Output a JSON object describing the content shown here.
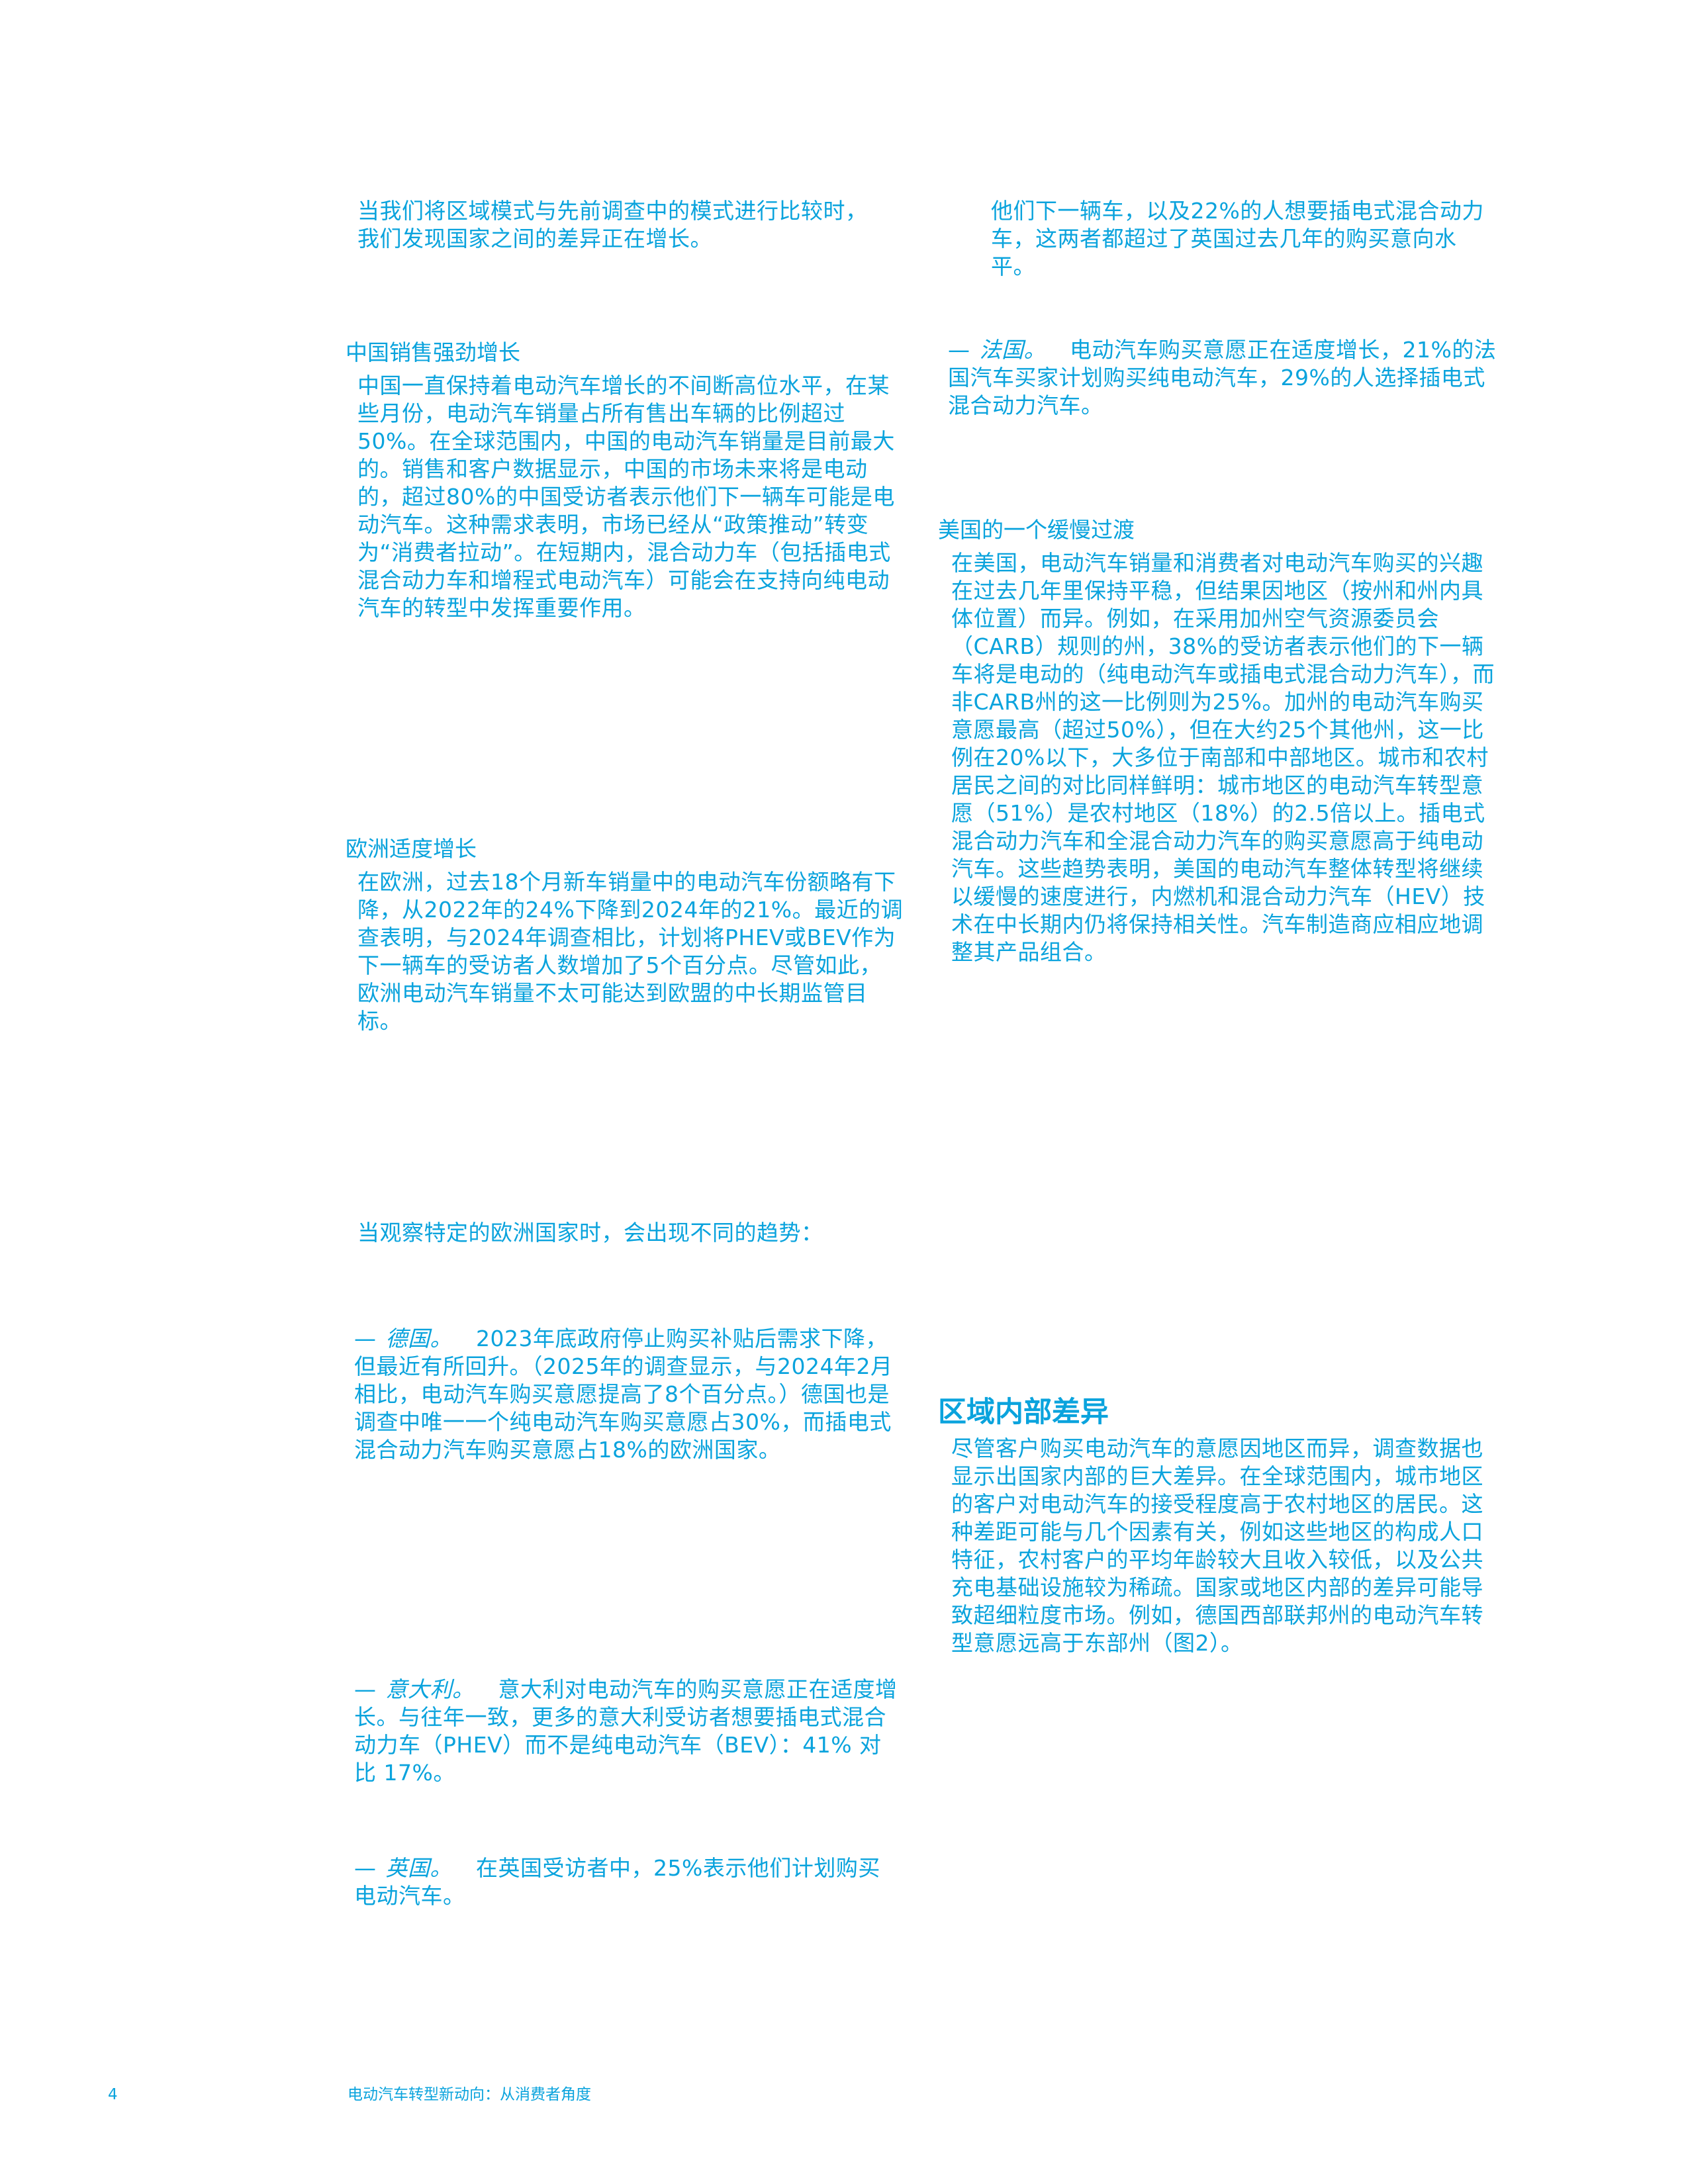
{
  "left": {
    "intro": "当我们将区域模式与先前调查中的模式进行比较时，我们发现国家之间的差异正在增长。",
    "china": {
      "heading": "中国销售强劲增长",
      "body": "中国一直保持着电动汽车增长的不间断高位水平，在某些月份，电动汽车销量占所有售出车辆的比例超过50%。在全球范围内，中国的电动汽车销量是目前最大的。销售和客户数据显示，中国的市场未来将是电动的，超过80%的中国受访者表示他们下一辆车可能是电动汽车。这种需求表明，市场已经从“政策推动”转变为“消费者拉动”。在短期内，混合动力车（包括插电式混合动力车和增程式电动汽车）可能会在支持向纯电动汽车的转型中发挥重要作用。"
    },
    "europe": {
      "heading": "欧洲适度增长",
      "body": "在欧洲，过去18个月新车销量中的电动汽车份额略有下降，从2022年的24%下降到2024年的21%。最近的调查表明，与2024年调查相比，计划将PHEV或BEV作为下一辆车的受访者人数增加了5个百分点。尽管如此，欧洲电动汽车销量不太可能达到欧盟的中长期监管目标。"
    },
    "trends_intro": "当观察特定的欧洲国家时，会出现不同的趋势：",
    "germany": {
      "dash": "—",
      "country": "德国。",
      "text": "2023年底政府停止购买补贴后需求下降，但最近有所回升。（2025年的调查显示，与2024年2月相比，电动汽车购买意愿提高了8个百分点。）德国也是调查中唯一一个纯电动汽车购买意愿占30%，而插电式混合动力汽车购买意愿占18%的欧洲国家。"
    },
    "italy": {
      "dash": "—",
      "country": "意大利。",
      "text": "意大利对电动汽车的购买意愿正在适度增长。与往年一致，更多的意大利受访者想要插电式混合动力车（PHEV）而不是纯电动汽车（BEV）：41% 对比 17%。"
    },
    "uk": {
      "dash": "—",
      "country": "英国。",
      "text": "在英国受访者中，25%表示他们计划购买电动汽车。"
    }
  },
  "right": {
    "uk_cont": "他们下一辆车，以及22%的人想要插电式混合动力车，这两者都超过了英国过去几年的购买意向水平。",
    "france": {
      "dash": "—",
      "country": "法国。",
      "text": "电动汽车购买意愿正在适度增长，21%的法国汽车买家计划购买纯电动汽车，29%的人选择插电式混合动力汽车。"
    },
    "us": {
      "heading": "美国的一个缓慢过渡",
      "body": "在美国，电动汽车销量和消费者对电动汽车购买的兴趣在过去几年里保持平稳，但结果因地区（按州和州内具体位置）而异。例如，在采用加州空气资源委员会（CARB）规则的州，38%的受访者表示他们的下一辆车将是电动的（纯电动汽车或插电式混合动力汽车），而非CARB州的这一比例则为25%。加州的电动汽车购买意愿最高（超过50%），但在大约25个其他州，这一比例在20%以下，大多位于南部和中部地区。城市和农村居民之间的对比同样鲜明：城市地区的电动汽车转型意愿（51%）是农村地区（18%）的2.5倍以上。插电式混合动力汽车和全混合动力汽车的购买意愿高于纯电动汽车。这些趋势表明，美国的电动汽车整体转型将继续以缓慢的速度进行，内燃机和混合动力汽车（HEV）技术在中长期内仍将保持相关性。汽车制造商应相应地调整其产品组合。"
    },
    "intra": {
      "heading": "区域内部差异",
      "body": "尽管客户购买电动汽车的意愿因地区而异，调查数据也显示出国家内部的巨大差异。在全球范围内，城市地区的客户对电动汽车的接受程度高于农村地区的居民。这种差距可能与几个因素有关，例如这些地区的构成人口特征，农村客户的平均年龄较大且收入较低，以及公共充电基础设施较为稀疏。国家或地区内部的差异可能导致超细粒度市场。例如，德国西部联邦州的电动汽车转型意愿远高于东部州（图2）。"
    }
  },
  "footer": {
    "page_number": "4",
    "title": "电动汽车转型新动向：从消费者角度"
  }
}
